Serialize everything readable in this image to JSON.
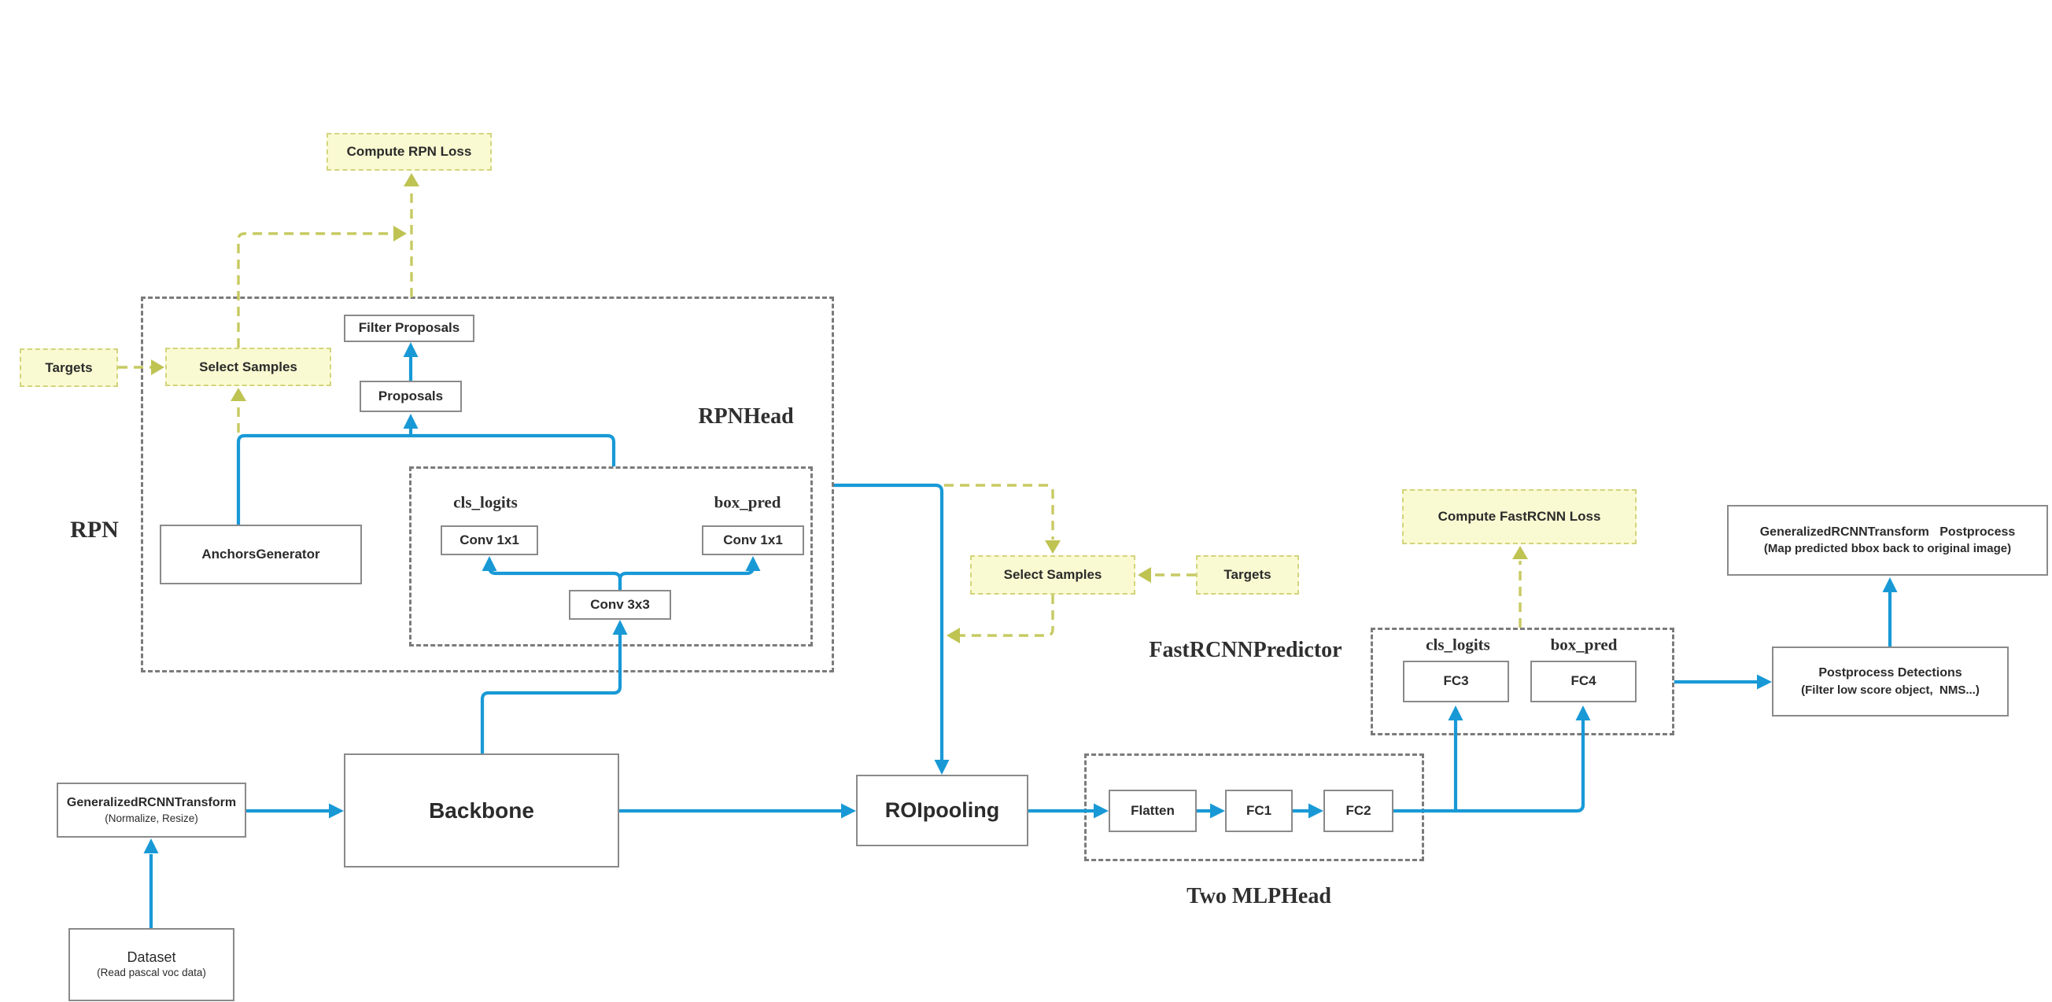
{
  "colors": {
    "flow_blue": "#1899d6",
    "loss_olive": "#c7ca62",
    "note_fill": "#fafad2",
    "note_border": "#d2d47c",
    "container_border": "#7b7b7b",
    "node_border": "#8a8a8a",
    "text": "#2b2b2b"
  },
  "containers": {
    "rpn": {
      "label": "RPN"
    },
    "rpnhead": {
      "label": "RPNHead"
    },
    "fastrcnn_predictor": {
      "label": "FastRCNNPredictor"
    },
    "two_mlphead": {
      "label": "Two MLPHead"
    }
  },
  "port_labels": {
    "rpn_cls_logits": "cls_logits",
    "rpn_box_pred": "box_pred",
    "pred_cls_logits": "cls_logits",
    "pred_box_pred": "box_pred"
  },
  "nodes": {
    "dataset": {
      "label": "Dataset",
      "sublabel": "(Read pascal voc data)"
    },
    "transform": {
      "label": "GeneralizedRCNNTransform",
      "sublabel": "(Normalize, Resize)"
    },
    "backbone": {
      "label": "Backbone"
    },
    "anchors_generator": {
      "label": "AnchorsGenerator"
    },
    "conv3x3": {
      "label": "Conv 3x3"
    },
    "conv1x1_left": {
      "label": "Conv 1x1"
    },
    "conv1x1_right": {
      "label": "Conv 1x1"
    },
    "proposals": {
      "label": "Proposals"
    },
    "filter_proposals": {
      "label": "Filter Proposals"
    },
    "roipooling": {
      "label": "ROIpooling"
    },
    "flatten": {
      "label": "Flatten"
    },
    "fc1": {
      "label": "FC1"
    },
    "fc2": {
      "label": "FC2"
    },
    "fc3": {
      "label": "FC3"
    },
    "fc4": {
      "label": "FC4"
    },
    "postprocess_detections": {
      "label": "Postprocess Detections",
      "sublabel": "(Filter low score object,  NMS...)"
    },
    "grcnn_postprocess": {
      "label": "GeneralizedRCNNTransform   Postprocess",
      "sublabel": "(Map predicted bbox back to original image)"
    }
  },
  "notes": {
    "compute_rpn_loss": {
      "label": "Compute RPN Loss"
    },
    "targets_left": {
      "label": "Targets"
    },
    "select_samples_left": {
      "label": "Select Samples"
    },
    "select_samples_right": {
      "label": "Select Samples"
    },
    "targets_right": {
      "label": "Targets"
    },
    "compute_fastrcnn_loss": {
      "label": "Compute FastRCNN Loss"
    }
  }
}
